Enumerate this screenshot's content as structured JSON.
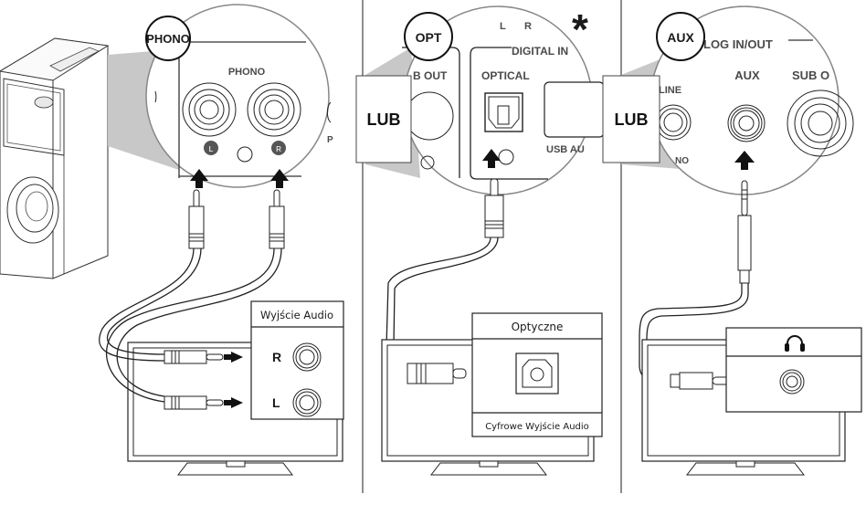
{
  "diagram": {
    "title": "Speaker connection options",
    "separator_word": "LUB",
    "asterisk": "*",
    "panels": [
      {
        "id": "phono",
        "badge": "PHONO",
        "panel_labels": [
          "PHONO"
        ],
        "jack_labels": [
          "L",
          "R"
        ],
        "side_label_partial": "P",
        "source_box": {
          "title": "Wyjście Audio",
          "rows": [
            "R",
            "L"
          ]
        }
      },
      {
        "id": "optical",
        "badge": "OPT",
        "panel_labels": [
          "B OUT",
          "DIGITAL IN",
          "OPTICAL",
          "USB AU"
        ],
        "top_labels": [
          "L",
          "R"
        ],
        "source_box": {
          "title": "Optyczne",
          "footer": "Cyfrowe Wyjście Audio"
        }
      },
      {
        "id": "aux",
        "badge": "AUX",
        "panel_labels": [
          "LOG IN/OUT",
          "LINE",
          "AUX",
          "SUB O",
          "NO"
        ],
        "source_box": {
          "title_icon": "headphones-icon"
        }
      }
    ]
  },
  "colors": {
    "line": "#222222",
    "gray_fill": "#c8c8c8",
    "background": "#ffffff",
    "accent_dark": "#111111",
    "jack_dot": "#555555"
  }
}
